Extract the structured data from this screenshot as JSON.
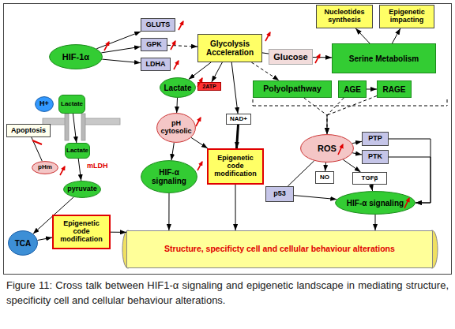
{
  "diagram": {
    "caption": "Figure 11: Cross talk between HIF1-α signaling and epigenetic landscape in mediating structure, specificity cell and cellular behaviour alterations.",
    "nodes": [
      {
        "text": [
          "HIF-1α"
        ]
      },
      {
        "text": [
          "GLUTS"
        ]
      },
      {
        "text": [
          "GPK"
        ]
      },
      {
        "text": [
          "LDHA"
        ]
      },
      {
        "text": [
          "Glycolysis Acceleration"
        ]
      },
      {
        "text": [
          "Glucose"
        ]
      },
      {
        "text": [
          "Nucleotides synthesis"
        ]
      },
      {
        "text": [
          "Epigenetic impacting"
        ]
      },
      {
        "text": [
          "Serine Metabolism"
        ]
      },
      {
        "text": [
          "2ATP"
        ]
      },
      {
        "text": [
          "Lactate"
        ]
      },
      {
        "text": [
          "NAD+"
        ]
      },
      {
        "text": [
          "Polyolpathway"
        ]
      },
      {
        "text": [
          "AGE"
        ]
      },
      {
        "text": [
          "RAGE"
        ]
      },
      {
        "text": [
          "H+"
        ]
      },
      {
        "text": [
          "Lactate"
        ]
      },
      {
        "text": [
          "Apoptosis"
        ]
      },
      {
        "text": [
          "Lactate"
        ]
      },
      {
        "text": [
          "pHm"
        ]
      },
      {
        "text": [
          "pH cytosolic"
        ]
      },
      {
        "text": [
          "ROS"
        ]
      },
      {
        "text": [
          "PTP"
        ]
      },
      {
        "text": [
          "PTK"
        ]
      },
      {
        "text": [
          "NO"
        ]
      },
      {
        "text": [
          "TGFβ"
        ]
      },
      {
        "text": [
          "HIF-α signaling"
        ]
      },
      {
        "text": [
          "Epigenetic code modification"
        ]
      },
      {
        "text": [
          "p53"
        ]
      },
      {
        "text": [
          "HIF-α signaling"
        ]
      },
      {
        "text": [
          "pyruvate"
        ]
      },
      {
        "text": [
          "TCA"
        ]
      },
      {
        "text": [
          "Epigenetic code modification"
        ]
      },
      {
        "text": [
          "Structure, specificty cell and cellular behaviour alterations"
        ]
      }
    ],
    "edges": [
      {
        "from": 0,
        "to": 1,
        "arrow": "to"
      },
      {
        "from": 0,
        "to": 2,
        "arrow": "to"
      },
      {
        "from": 0,
        "to": 3,
        "arrow": "to"
      },
      {
        "from": 2,
        "to": 4,
        "arrow": "to"
      },
      {
        "from": 4,
        "to": 5,
        "arrow": "none"
      },
      {
        "from": 5,
        "to": 8,
        "arrow": "to"
      },
      {
        "from": 8,
        "to": 6,
        "arrow": "to"
      },
      {
        "from": 8,
        "to": 7,
        "arrow": "to"
      },
      {
        "from": 4,
        "to": 10,
        "arrow": "to"
      },
      {
        "from": 4,
        "to": 9,
        "arrow": "to"
      },
      {
        "from": 4,
        "to": 11,
        "arrow": "to"
      },
      {
        "from": 4,
        "to": 12,
        "arrow": "to"
      },
      {
        "from": 13,
        "to": 14,
        "arrow": "to"
      },
      {
        "from": 12,
        "to": 21,
        "arrow": "to"
      },
      {
        "from": 13,
        "to": 21,
        "arrow": "to"
      },
      {
        "from": 14,
        "to": 21,
        "arrow": "to"
      },
      {
        "from": 10,
        "to": 20,
        "arrow": "to"
      },
      {
        "from": 20,
        "to": 26,
        "arrow": "to"
      },
      {
        "from": 20,
        "to": 27,
        "arrow": "to"
      },
      {
        "from": 11,
        "to": 27,
        "arrow": "to"
      },
      {
        "from": 21,
        "to": 22,
        "arrow": "to"
      },
      {
        "from": 21,
        "to": 23,
        "arrow": "to"
      },
      {
        "from": 21,
        "to": 24,
        "arrow": "to"
      },
      {
        "from": 21,
        "to": 28,
        "arrow": "none"
      },
      {
        "from": 21,
        "to": 25,
        "arrow": "to"
      },
      {
        "from": 22,
        "to": 29,
        "arrow": "to"
      },
      {
        "from": 23,
        "to": 29,
        "arrow": "to"
      },
      {
        "from": 25,
        "to": 29,
        "arrow": "to"
      },
      {
        "from": 28,
        "to": 29,
        "arrow": "to"
      },
      {
        "from": 26,
        "to": 33,
        "arrow": "to"
      },
      {
        "from": 27,
        "to": 33,
        "arrow": "to"
      },
      {
        "from": 29,
        "to": 33,
        "arrow": "to"
      },
      {
        "from": 32,
        "to": 33,
        "arrow": "to"
      },
      {
        "from": 16,
        "to": 18,
        "arrow": "to"
      },
      {
        "from": 18,
        "to": 30,
        "arrow": "to"
      },
      {
        "from": 30,
        "to": 31,
        "arrow": "to"
      },
      {
        "from": 31,
        "to": 32,
        "arrow": "to"
      },
      {
        "from": 19,
        "to": 17,
        "arrow": "none"
      }
    ],
    "labels": [
      "mLDH"
    ]
  }
}
